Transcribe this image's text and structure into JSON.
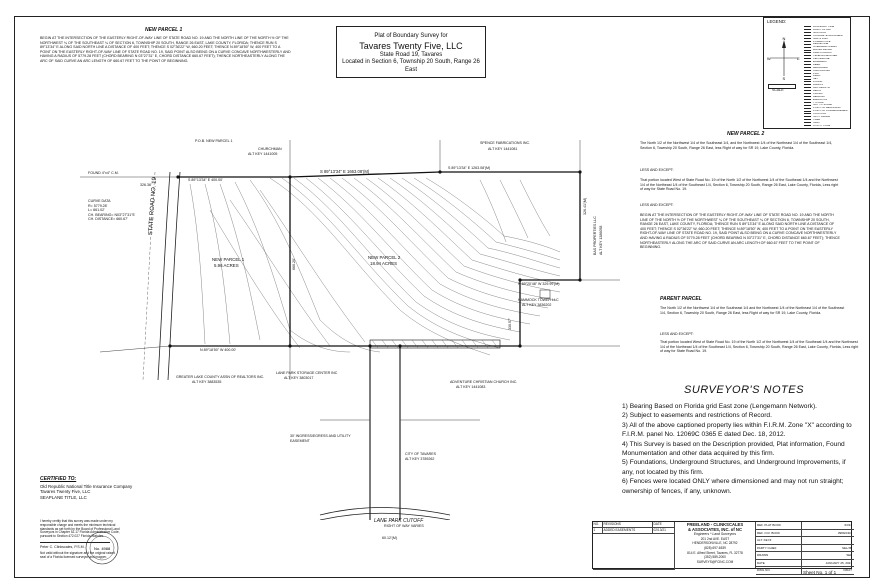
{
  "header": {
    "parcel1_heading": "NEW PARCEL 1",
    "parcel1_text": "BEGIN AT THE INTERSECTION OF THE EASTERLY RIGHT-OF-WAY LINE OF STATE ROAD NO. 19 AND THE NORTH LINE OF THE NORTH ½ OF THE NORTHWEST ¼ OF THE SOUTHEAST ¼ OF SECTION 6, TOWNSHIP 20 SOUTH, RANGE 26 EAST, LAKE COUNTY, FLORIDA; THENCE RUN S 89°13'34\" E ALONG SAID NORTH LINE A DISTANCE OF 400 FEET; THENCE S 02°36'22\" W, 660.20 FEET; THENCE N 89°18'50\" W, 400 FEET TO A POINT ON THE EASTERLY RIGHT-OF-WAY LINE OF STATE ROAD NO. 19, SAID POINT ALSO BEING ON A CURVE CONCAVE NORTHWESTERLY AND HAVING A RADIUS OF 5779.28 FEET (CHORD BEARING N 03°27'31\" E, CHORD DISTANCE 660.67 FEET); THENCE NORTHEASTERLY ALONG THE ARC OF SAID CURVE AN ARC LENGTH OF 660.67 FEET TO THE POINT OF BEGINNING."
  },
  "title_block": {
    "line1": "Plat of Boundary Survey for",
    "line2": "Tavares Twenty Five, LLC",
    "line3": "State Road 19, Tavares",
    "line4": "Located in Section 6, Township 20 South, Range 26 East"
  },
  "legend": {
    "heading": "LEGEND:",
    "scale_label": "SCALE",
    "north": "N",
    "south": "S",
    "east": "E",
    "west": "W",
    "items": [
      "BOUNDARY LINE",
      "RIGHT OF WAY",
      "IRON ROD",
      "CONCRETE MONUMENT",
      "NAIL & DISK",
      "POWER POLE",
      "FENCE LINE",
      "OVERHEAD WIRES",
      "WATER METER",
      "FIRE HYDRANT",
      "TELEPHONE RISER",
      "CENTERLINE",
      "EASEMENT",
      "DEED",
      "MEASURED",
      "CALCULATED",
      "PLAT",
      "FIELD",
      "SET",
      "FOUND",
      "RADIUS",
      "ARC LENGTH",
      "DELTA",
      "CHORD",
      "BEARING",
      "ELEVATION",
      "TYPICAL",
      "NOT TO SCALE",
      "POINT OF BEGINNING",
      "POINT OF COMMENCEMENT",
      "CONTOUR",
      "SPOT GRADE",
      "TREE",
      "SIGN",
      "UTILITY POLE"
    ]
  },
  "map": {
    "pob_label": "P.O.B. NEW PARCEL 1",
    "state_road": "STATE ROAD NO. 19",
    "parcel1_label": "NEW PARCEL 1",
    "parcel1_acres": "5.96 ACRES",
    "parcel2_label": "NEW PARCEL 2",
    "parcel2_acres": "18.94 ACRES",
    "north_bearing1": "S 89°13'34\" E  400.00'",
    "north_bearing2": "S 89°13'34\" E  1663.08'(M)",
    "north_bearing3": "S 89°13'34\" E  1263.08'(M)",
    "south_bearing": "N 89°18'50\" W  400.00'",
    "parcel2_south": "N 89°20'48\" W  329.99'(M)",
    "church_label": "CHURCHMAN",
    "church_key": "ALT KEY 1441005",
    "spence_label": "SPENCE FABRICATIONS INC.",
    "spence_key": "ALT KEY 1441081",
    "hammock_label": "HAMMOCK TOWER LLC",
    "hammock_key": "ALT KEY 3836202",
    "bas_label": "BAS PROPERTIES LLC",
    "bas_key": "ALT KEY 1386058",
    "realtors": "GREATER LAKE COUNTY ASSN OF REALTORS INC.",
    "realtors_key": "ALT KEY 3883535",
    "lanepark_storage": "LANE PARK STORAGE CENTER INC",
    "lanepark_key": "ALT KEY 3803017",
    "adventure_church": "ADVENTURE CHRISTIAN CHURCH INC.",
    "adventure_key": "ALT KEY 1441083",
    "city_tavares": "CITY OF TAVARES",
    "city_key": "ALT KEY 3789262",
    "easement_note": "30' INGRESS/EGRESS AND UTILITY EASEMENT",
    "cutoff_label": "LANE PARK CUTOFF",
    "cutoff_row": "RIGHT OF WAY VARIES",
    "curve_data": "CURVE DATA\nR= 5779.28'\nL= 661.02'\nCH. BEARING= N03°27'31\"E\nCH. DISTANCE= 660.67'",
    "dim_326": "326.36'",
    "dim_660": "660.20'",
    "dim_326b": "326.41'(M)",
    "dim_330": "330.57'",
    "dim_60": "60.12'(M)",
    "found_label": "FOUND 4\"x4\" C.M."
  },
  "parcel2": {
    "heading": "NEW PARCEL 2",
    "p1": "The North 1/2 of the Northwest 1/4 of the Southeast 1/4, and the Northwest 1/4 of the Northeast 1/4 of the Southeast 1/4, Section 6, Township 20 South, Range 26 East, less Right of way for SR 19, Lake County, Florida.",
    "less1": "LESS AND EXCEPT:",
    "p2": "That portion located West of State Road No. 19 of the North 1/2 of the Northwest 1/4 of the Southeast 1/4 and the Northwest 1/4 of the Northeast 1/4 of the Southeast 1/4, Section 6, Township 20 South, Range 26 East, Lake County, Florida, Less right of way for State Road No. 19.",
    "less2": "LESS AND EXCEPT:",
    "p3": "BEGIN AT THE INTERSECTION OF THE EASTERLY RIGHT-OF-WAY LINE OF STATE ROAD NO. 19 AND THE NORTH LINE OF THE NORTH ½ OF THE NORTHWEST ¼ OF THE SOUTHEAST ¼ OF SECTION 6, TOWNSHIP 20 SOUTH, RANGE 26 EAST, LAKE COUNTY, FLORIDA; THENCE RUN S 89°13'34\" E ALONG SAID NORTH LINE A DISTANCE OF 400 FEET; THENCE S 02°36'22\" W, 660.20 FEET; THENCE N 89°18'50\" W, 400 FEET TO A POINT ON THE EASTERLY RIGHT-OF-WAY LINE OF STATE ROAD NO. 19, SAID POINT ALSO BEING ON A CURVE CONCAVE NORTHWESTERLY AND HAVING A RADIUS OF 5779.28 FEET (CHORD BEARING N 03°27'31\" E, CHORD DISTANCE 660.67 FEET); THENCE NORTHEASTERLY ALONG THE ARC OF SAID CURVE AN ARC LENGTH OF 660.67 FEET TO THE POINT OF BEGINNING."
  },
  "parent": {
    "heading": "PARENT PARCEL",
    "p1": "The North 1/2 of the Northwest 1/4 of the Southeast 1/4 and the Northwest 1/4 of the Northeast 1/4 of the Southeast 1/4, Section 6, Township 20 South, Range 26 East, less Right of way for SR 19, Lake County, Florida.",
    "less": "LESS AND EXCEPT:",
    "p2": "That portion located West of State Road No. 19 of the North 1/2 of the Northwest 1/4 of the Southeast 1/4 and the Northwest 1/4 of the Northeast 1/4 of the Southeast 1/4, Section 6, Township 20 South, Range 26 East, Lake County, Florida, Less right of way for State Road No. 19."
  },
  "notes": {
    "heading": "SURVEYOR'S NOTES",
    "items": [
      "1) Bearing Based on Florida grid East zone (Lengemann Network).",
      "2) Subject to easements and restrictions of Record.",
      "3) All of the above captioned property lies within F.I.R.M. Zone \"X\" according to F.I.R.M. panel No. 12069C 0365 E dated Dec. 18, 2012.",
      "4) This Survey is based on the Description provided, Plat information, Found Monumentation and other data acquired by this firm.",
      "5) Foundations, Underground Structures, and Underground Improvements, if any, not located by this firm.",
      "6) Fences were located ONLY where dimensioned and may not run straight; ownership of fences, if any, unknown."
    ]
  },
  "certified": {
    "heading": "CERTIFIED TO:",
    "lines": [
      "Old Republic National Title Insurance Company",
      "Tavares Twenty Five, LLC",
      "SEAPLANE TITLE, LLC"
    ]
  },
  "signature": {
    "text": "I hereby certify that this survey was made under my responsible charge and meets the minimum technical standards as set forth by the Board of Professional Land Surveyors in Chapter 5J-17 Florida Administrative Code, pursuant to Section 472.027 Florida Statutes.",
    "name": "Peter C. Clinkscales, P.S.M.",
    "license": "No. 4988",
    "disclaimer": "Not valid without the signature and the original raised seal of a Florida licensed surveyor and mapper."
  },
  "company": {
    "name1": "FREELAND - CLINKSCALES",
    "name2": "& ASSOCIATES, INC. of NC",
    "sub": "Engineers * Land Surveyors",
    "addr1": "201 2nd AVE. EAST",
    "addr2": "HENDERSONVILLE, NC 28792",
    "phone1": "(828) 697-6539",
    "addr3": "814 E. Alfred Street, Tavares, FL 32778",
    "phone2": "(352) 589-2000",
    "email": "SURVEYS@FCINC.COM",
    "rev_header": "REVISIONS",
    "rev1": "ADDED EASEMENTS",
    "rev_date": "02/13/21",
    "no_header": "NO.",
    "date_header": "DATE",
    "fields": [
      "REF. PLAT BOOK",
      "REF. O.R. BOOK",
      "ALT. KEY#",
      "PARTY CHIEF",
      "DRAWN",
      "DATE",
      "DWG NO."
    ],
    "values": [
      "63/34",
      "3989/2404",
      "",
      "SEL/JB",
      "SEL",
      "JANUARY 25, 2021",
      "F8107"
    ],
    "sheet": "Sheet No. 1 of 1"
  }
}
